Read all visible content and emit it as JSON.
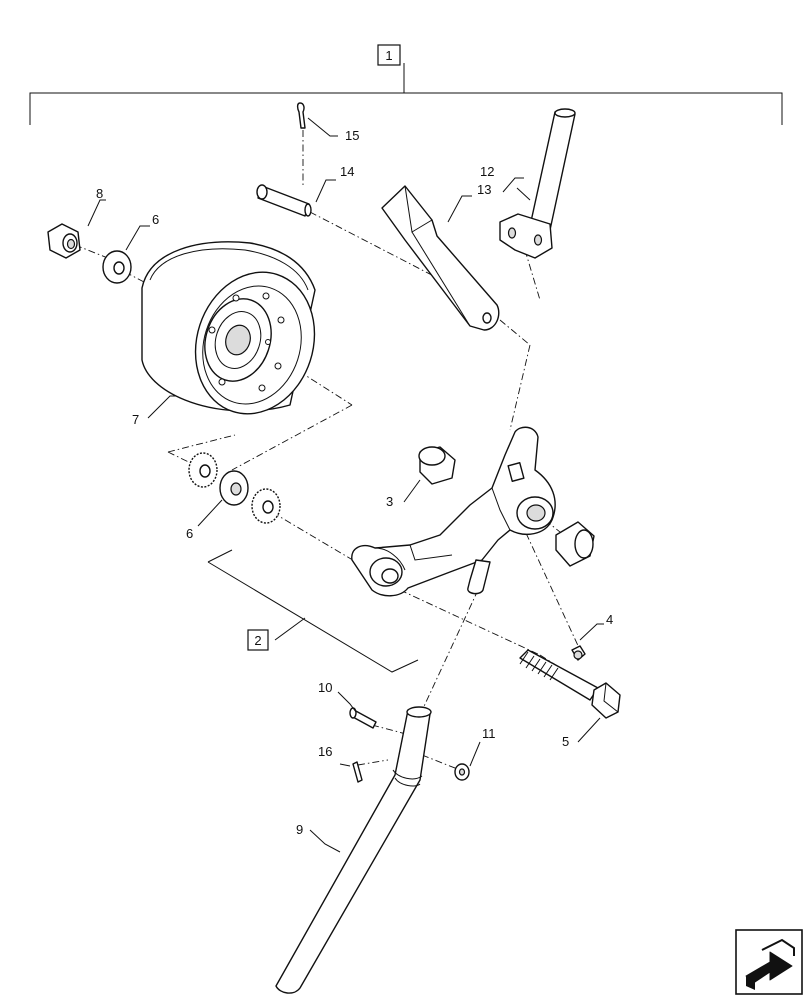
{
  "callouts": {
    "c1": "1",
    "c2": "2",
    "c3": "3",
    "c4": "4",
    "c5": "5",
    "c6a": "6",
    "c6b": "6",
    "c7": "7",
    "c8": "8",
    "c9": "9",
    "c10": "10",
    "c11": "11",
    "c12": "12",
    "c13": "13",
    "c14": "14",
    "c15": "15",
    "c16": "16"
  },
  "icons": {
    "nav": "next-page-arrow-icon"
  },
  "colors": {
    "line": "#111111",
    "background": "#ffffff"
  }
}
